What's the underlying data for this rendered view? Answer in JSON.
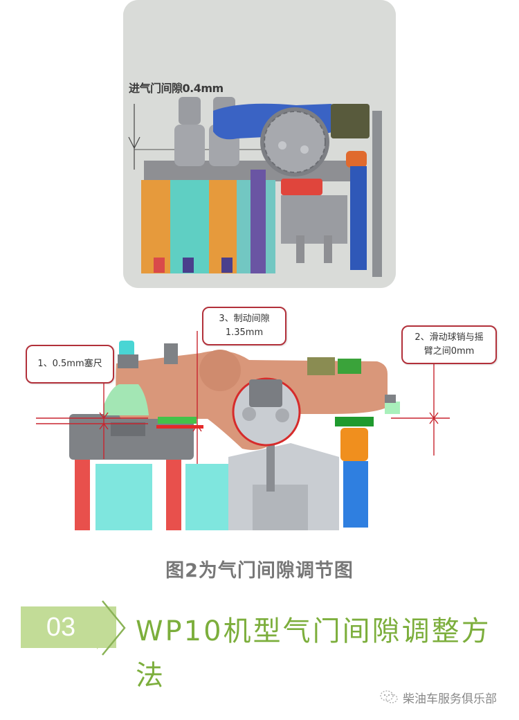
{
  "figure1": {
    "label": "进气门间隙0.4mm",
    "colors": {
      "rocker": "#3a63c4",
      "background": "#d9dbd8",
      "spring_orange": "#e69a3c",
      "spring_teal": "#5fcfc3",
      "red_block": "#e0453c"
    }
  },
  "figure2": {
    "callouts": [
      {
        "id": "1",
        "line1": "1、0.5mm塞尺",
        "line2": ""
      },
      {
        "id": "3",
        "line1": "3、制动间隙",
        "line2": "1.35mm"
      },
      {
        "id": "2",
        "line1": "2、滑动球销与摇",
        "line2": "臂之间0mm"
      }
    ],
    "colors": {
      "rocker": "#d9977a",
      "bridge": "#7f8286",
      "spring_red": "#e8504c",
      "spring_cyan": "#7fe6de",
      "pushrod_blue": "#2f7fe0",
      "adjuster_orange": "#f08f1e",
      "dim_line": "#c8242e"
    }
  },
  "caption": "图2为气门间隙调节图",
  "section": {
    "number": "03",
    "title": "WP10机型气门间隙调整方法",
    "badge_color": "#c2dc97",
    "title_color": "#7cae3c"
  },
  "watermark": {
    "icon": "wechat-icon",
    "text": "柴油车服务俱乐部"
  }
}
